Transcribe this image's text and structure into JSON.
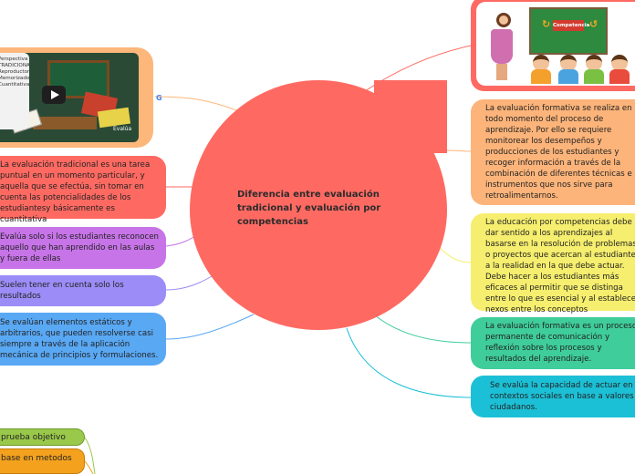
{
  "center": {
    "title": "Diferencia entre evaluación tradicional y evaluación por competencias"
  },
  "left_nodes": [
    {
      "text": "La evaluación tradicional es una tarea puntual en un momento particular, y aquella que se efectúa, sin tomar en cuenta las potencialidades de los estudiantesy básicamente es cuantitativa"
    },
    {
      "text": "Evalúa solo si los estudiantes reconocen aquello que han aprendido en las aulas y fuera de ellas"
    },
    {
      "text": "Suelen tener en cuenta solo los resultados"
    },
    {
      "text": "Se evalúan elementos  estáticos y arbitrarios, que pueden resolverse casi siempre  a través de la aplicación mecánica  de principios y formulaciones."
    }
  ],
  "right_nodes": [
    {
      "text": "La evaluación formativa se realiza en todo momento del proceso de aprendizaje. Por ello se requiere monitorear  los desempeños y producciones de los estudiantes  y recoger información a través de la combinación  de diferentes técnicas e instrumentos que nos sirve para retroalimentarnos."
    },
    {
      "text": "La educación por competencias debe dar sentido a los aprendizajes al basarse en la resolución de problemas o proyectos que acercan al estudiante a la realidad en la que debe actuar. Debe hacer a los estudiantes más eficaces al permitir que se distinga entre lo que es esencial y al establecer nexos entre los conceptos"
    },
    {
      "text": "La evaluación formativa es un proceso permanente de comunicación y reflexión sobre los procesos y resultados del aprendizaje."
    },
    {
      "text": "Se evalúa la capacidad de actuar  en contextos sociales en base a valores ciudadanos."
    }
  ],
  "bottom_nodes": [
    {
      "text": "prueba objetivo"
    },
    {
      "text": "base en metodos"
    }
  ],
  "video_thumb": {
    "text": "Perspectiva TRADICIONAL Reproductora, Memorizadora Cuantitativa",
    "brand": "Evalúa"
  },
  "google_icon": {
    "text": "G"
  },
  "image_thumb": {
    "label": "Competencia"
  },
  "icons": {
    "video": "play-icon",
    "google": "google-icon"
  },
  "colors": {
    "center": "#fe6a62",
    "l1": "#fe6a62",
    "l2": "#c774e8",
    "l3": "#9c8cf7",
    "l4": "#59a8f4",
    "r1": "#fcb47a",
    "r2": "#f6ee6e",
    "r3": "#3fcd9b",
    "r4": "#1cc0d6",
    "b1": "#9ac84a",
    "b2": "#f4a21e"
  }
}
